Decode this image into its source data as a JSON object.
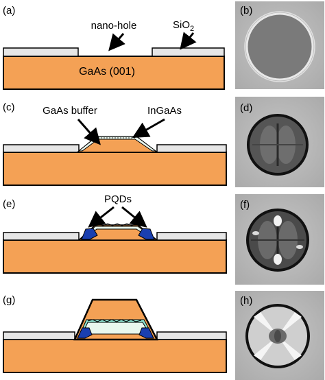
{
  "panels": {
    "a": {
      "letter": "(a)",
      "label_nanohole": "nano-hole",
      "label_sio2_main": "SiO",
      "label_sio2_sub": "2",
      "label_substrate": "GaAs (001)"
    },
    "b": {
      "letter": "(b)"
    },
    "c": {
      "letter": "(c)",
      "label_buffer": "GaAs buffer",
      "label_ingaas": "InGaAs"
    },
    "d": {
      "letter": "(d)"
    },
    "e": {
      "letter": "(e)",
      "label_pqds": "PQDs"
    },
    "f": {
      "letter": "(f)"
    },
    "g": {
      "letter": "(g)"
    },
    "h": {
      "letter": "(h)"
    }
  },
  "colors": {
    "substrate": "#F4A155",
    "oxide": "#E6E6E6",
    "quantum_dot": "#1A3FB0",
    "cap_cyan": "#8FE3D0",
    "micrograph_bg": "#BDBDBD",
    "outline": "#000000"
  }
}
